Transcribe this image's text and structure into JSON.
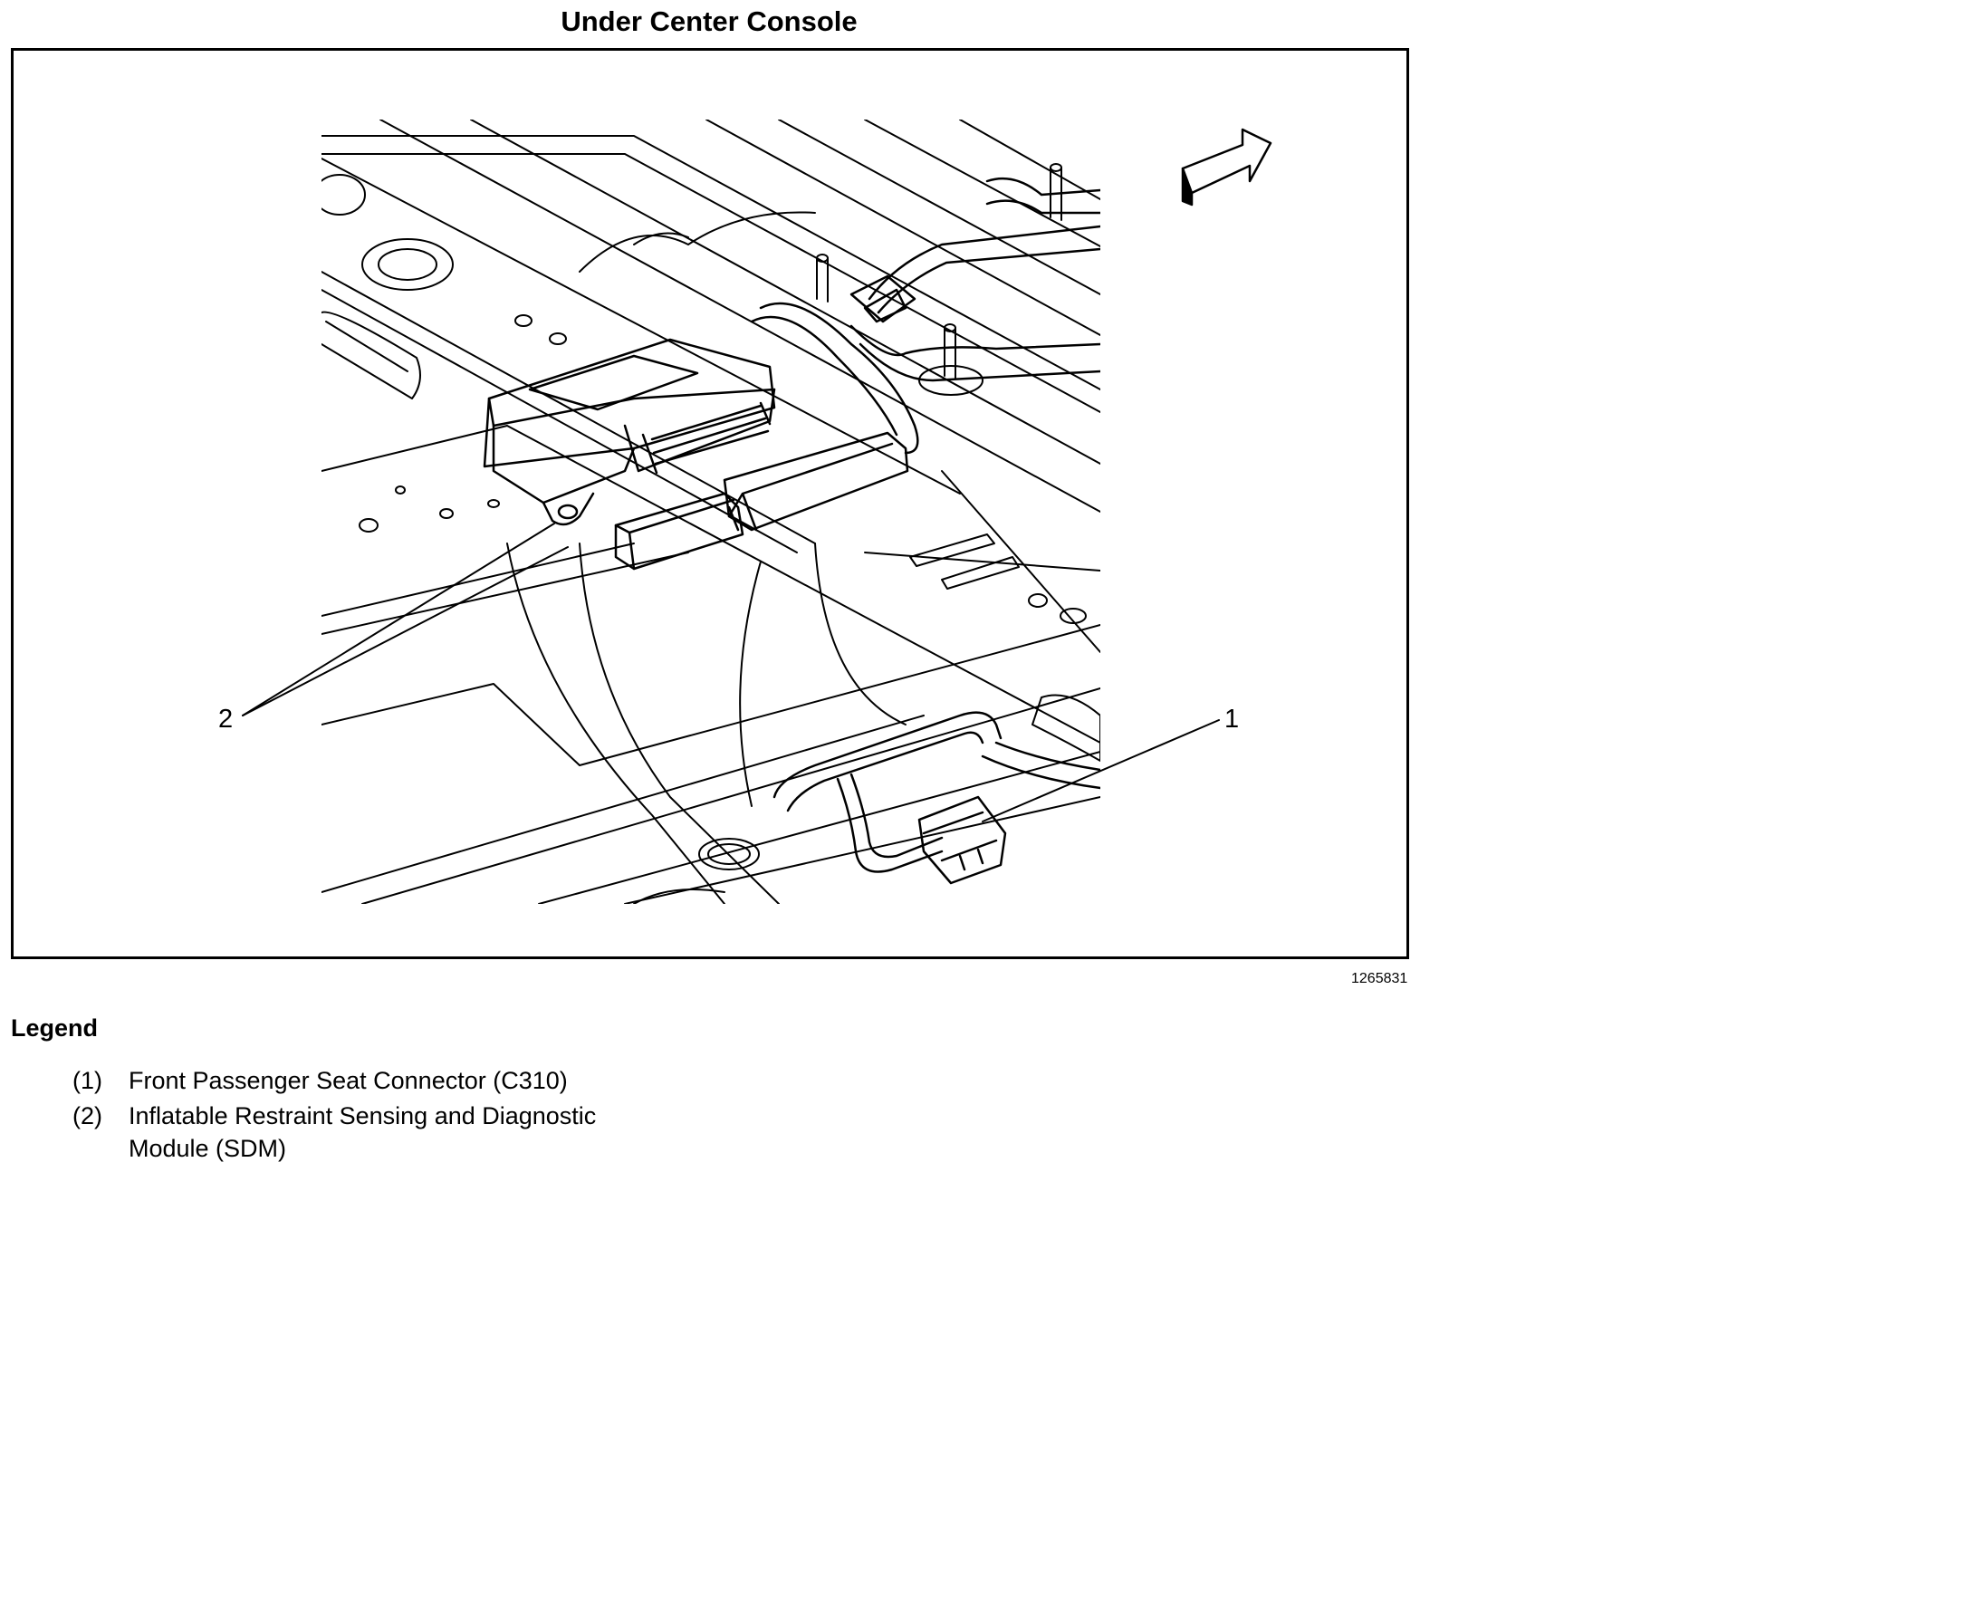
{
  "title": "Under Center Console",
  "figure_id": "1265831",
  "callouts": {
    "one": "1",
    "two": "2"
  },
  "legend": {
    "heading": "Legend",
    "items": [
      {
        "num": "(1)",
        "text": "Front Passenger Seat Connector (C310)"
      },
      {
        "num": "(2)",
        "text": "Inflatable Restraint Sensing and Diagnostic Module (SDM)"
      }
    ]
  },
  "colors": {
    "line": "#000000",
    "background": "#ffffff"
  }
}
